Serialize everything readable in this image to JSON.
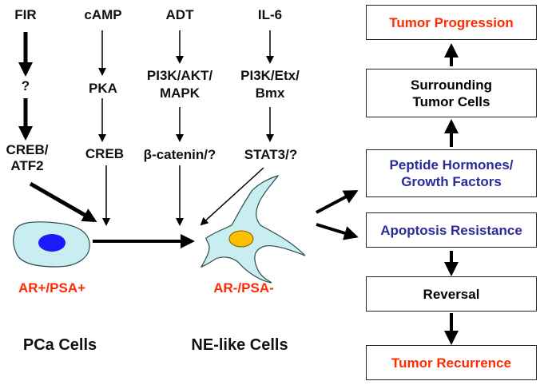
{
  "pathways": {
    "fir": {
      "l1": "FIR",
      "l2": "?",
      "l3": "CREB/",
      "l4": "ATF2"
    },
    "camp": {
      "l1": "cAMP",
      "l2": "PKA",
      "l3": "CREB"
    },
    "adt": {
      "l1": "ADT",
      "l2": "PI3K/AKT/",
      "l3": "MAPK",
      "l4": "β-catenin/?"
    },
    "il6": {
      "l1": "IL-6",
      "l2": "PI3K/Etx/",
      "l3": "Bmx",
      "l4": "STAT3/?"
    }
  },
  "cells": {
    "pca_marker": "AR+/PSA+",
    "ne_marker": "AR-/PSA-",
    "pca_label": "PCa Cells",
    "ne_label": "NE-like Cells"
  },
  "boxes": {
    "tumor_progression": "Tumor Progression",
    "surrounding_1": "Surrounding",
    "surrounding_2": "Tumor Cells",
    "peptide_1": "Peptide Hormones/",
    "peptide_2": "Growth Factors",
    "apoptosis": "Apoptosis Resistance",
    "reversal": "Reversal",
    "tumor_recurrence": "Tumor Recurrence"
  },
  "colors": {
    "red": "#ff2a00",
    "blue": "#2b2b9a",
    "cell_fill": "#c9eef2",
    "nucleus_pca": "#1a1aff",
    "nucleus_ne": "#ffc000"
  }
}
